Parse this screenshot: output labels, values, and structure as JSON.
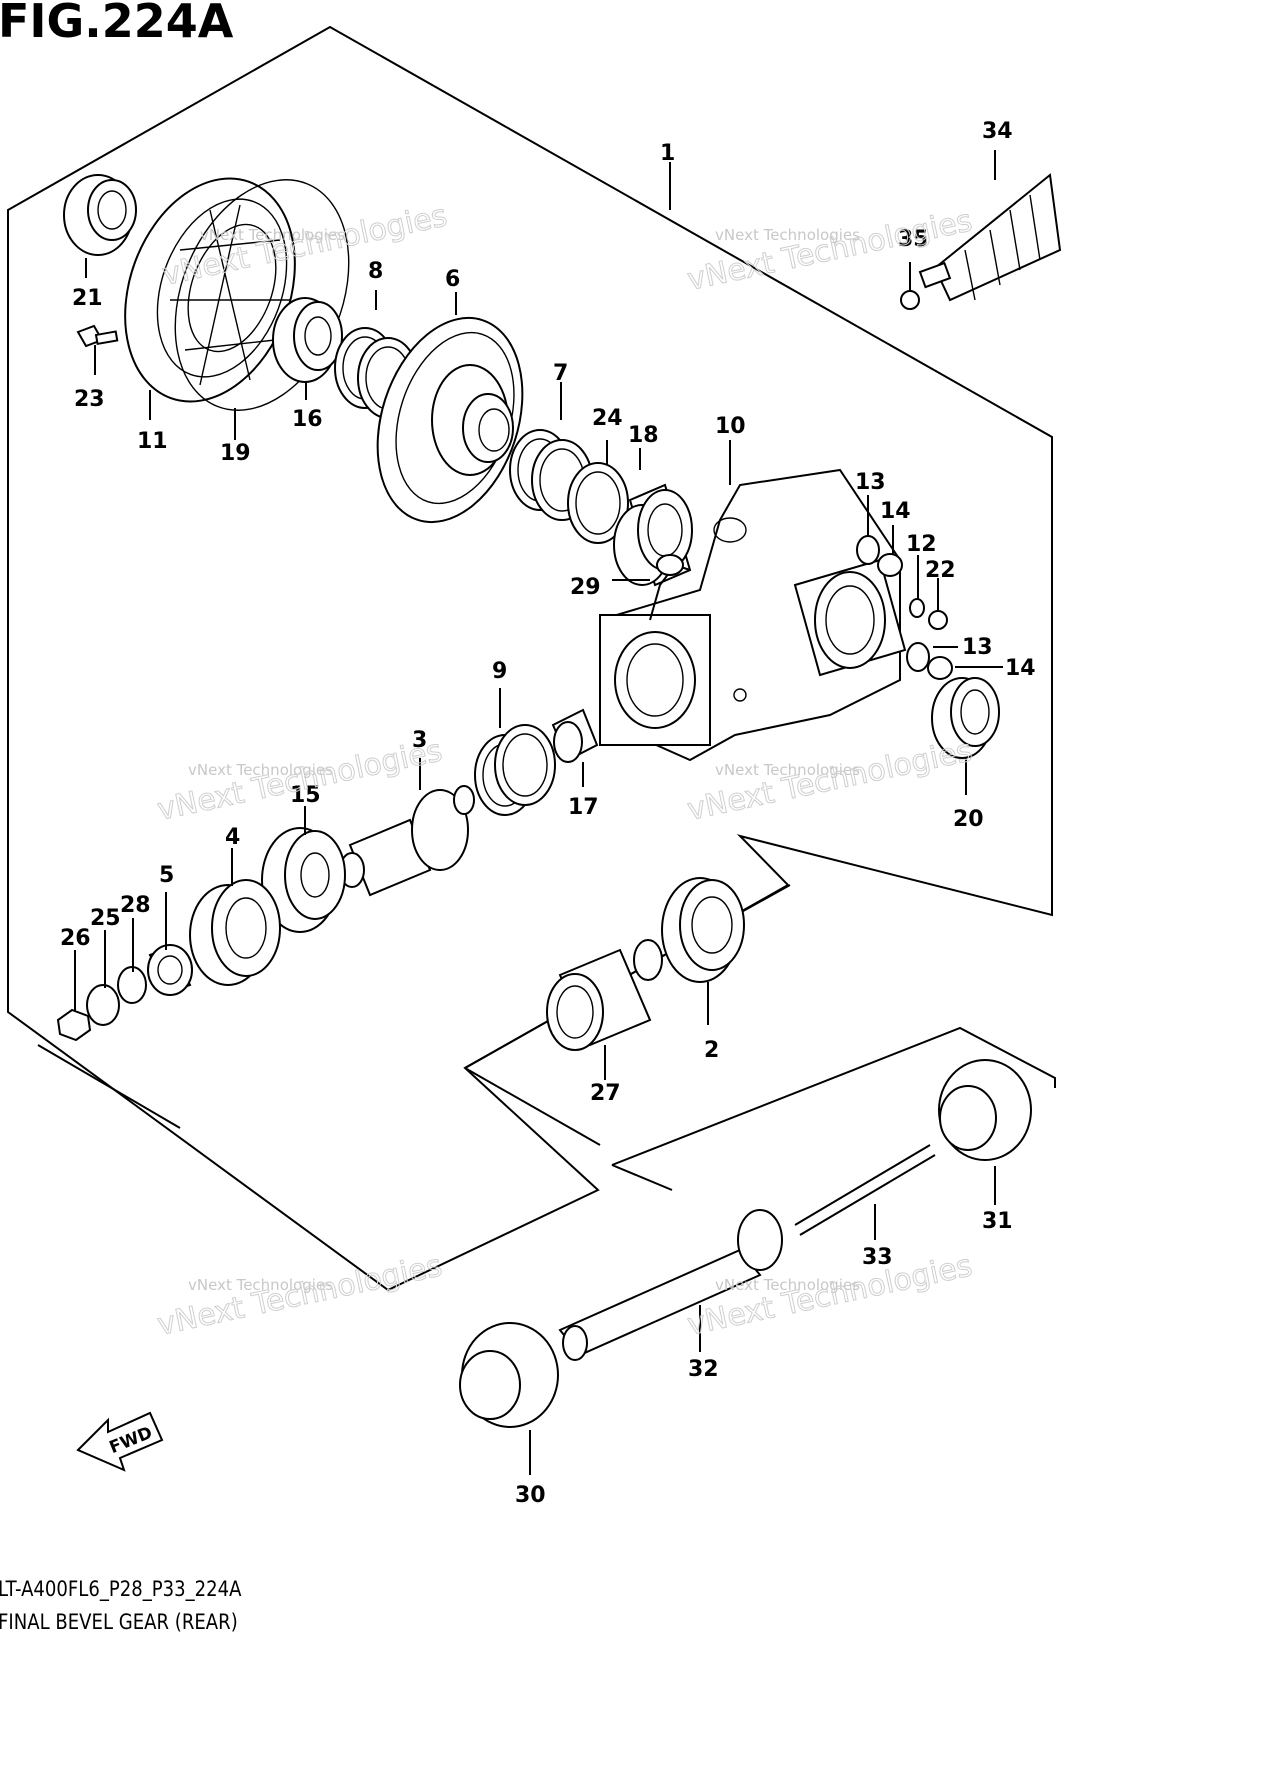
{
  "figure": {
    "title": "FIG.224A",
    "code": "LT-A400FL6_P28_P33_224A",
    "name": "FINAL BEVEL GEAR (REAR)"
  },
  "watermark": {
    "line1": "vNext Technologies",
    "line2": "vNext Technologies"
  },
  "callouts": [
    "1",
    "2",
    "3",
    "4",
    "5",
    "6",
    "7",
    "8",
    "9",
    "10",
    "11",
    "12",
    "13",
    "13",
    "14",
    "14",
    "15",
    "16",
    "17",
    "18",
    "19",
    "20",
    "21",
    "22",
    "23",
    "24",
    "25",
    "26",
    "27",
    "28",
    "29",
    "30",
    "31",
    "32",
    "33",
    "34",
    "35"
  ],
  "direction_label": "FWD"
}
